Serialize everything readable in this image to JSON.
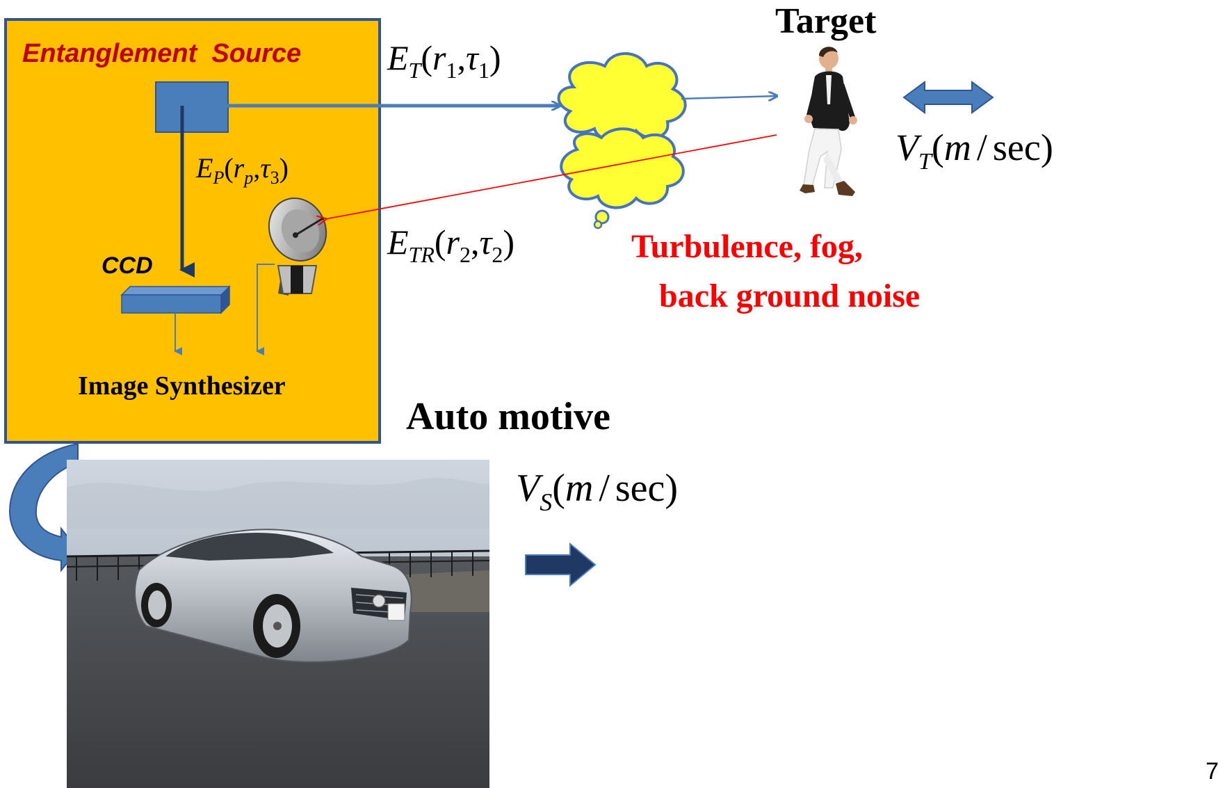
{
  "labels": {
    "entanglement_source": "Entanglement  Source",
    "ccd": "CCD",
    "image_synthesizer": "Image Synthesizer",
    "target": "Target",
    "auto_motive": "Auto motive",
    "turbulence_line1": "Turbulence, fog,",
    "turbulence_line2": "back ground noise",
    "slide_number": "7"
  },
  "math": {
    "E": "E",
    "V": "V",
    "r": "r",
    "tau": "τ",
    "m": "m",
    "sec": "sec",
    "sub_T": "T",
    "sub_P": "P",
    "sub_TR": "TR",
    "sub_S": "S",
    "sub_p": "p",
    "sub_1": "1",
    "sub_2": "2",
    "sub_3": "3",
    "lparen": "(",
    "rparen": ")",
    "comma": ",",
    "slash": "/"
  },
  "colors": {
    "source_box_fill": "#ffc000",
    "source_box_stroke": "#2f5597",
    "component_blue": "#4a7ebb",
    "dark_arrow": "#1f3864",
    "cloud_fill": "#ffff33",
    "cloud_stroke": "#4472c4",
    "return_beam": "#ff0000",
    "source_label": "#c00000",
    "noise_text": "#ff0000"
  },
  "icons": {
    "person": "walking-person-icon",
    "dish": "satellite-dish-icon",
    "car": "car-photo"
  }
}
